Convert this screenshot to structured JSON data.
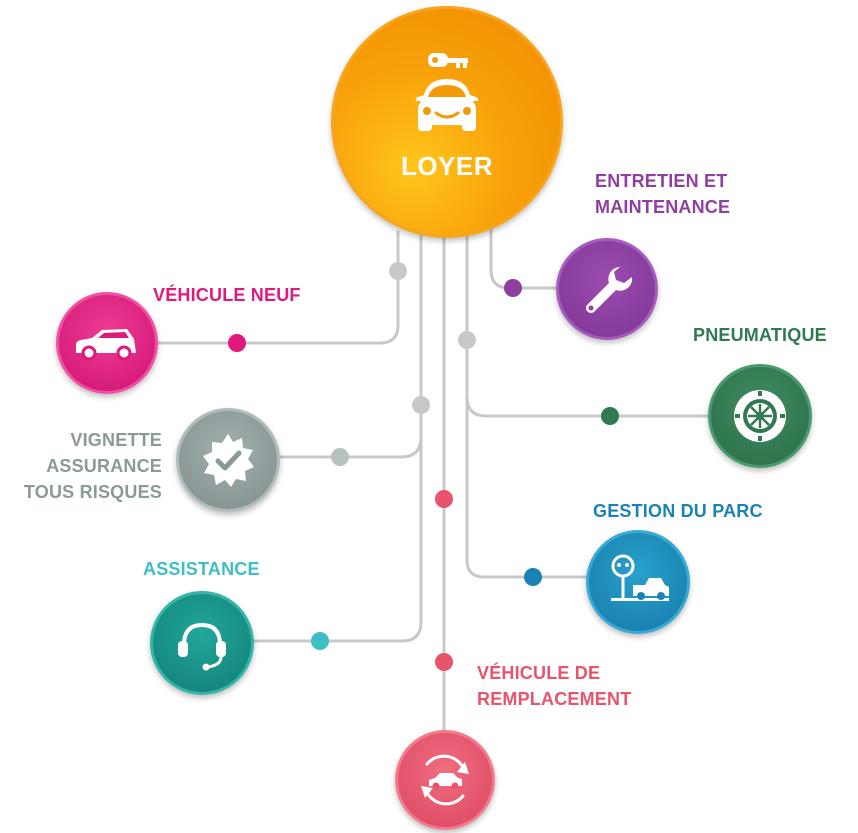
{
  "center": {
    "label": "LOYER",
    "icon": "car-key-icon"
  },
  "nodes": {
    "entretien": {
      "lines": [
        "ENTRETIEN ET",
        "MAINTENANCE"
      ],
      "color": "#8e3fa0",
      "icon": "wrench-icon"
    },
    "pneumatique": {
      "lines": [
        "PNEUMATIQUE"
      ],
      "color": "#2f7a52",
      "icon": "tire-icon"
    },
    "gestion": {
      "lines": [
        "GESTION DU PARC"
      ],
      "color": "#1a82b4",
      "icon": "parking-car-icon"
    },
    "remplacement": {
      "lines": [
        "VÉHICULE DE",
        "REMPLACEMENT"
      ],
      "color": "#e8546b",
      "icon": "car-swap-icon"
    },
    "neuf": {
      "lines": [
        "VÉHICULE NEUF"
      ],
      "color": "#e0197d",
      "icon": "car-icon"
    },
    "vignette": {
      "lines": [
        "VIGNETTE",
        "ASSURANCE",
        "TOUS RISQUES"
      ],
      "color": "#8a9a98",
      "icon": "badge-check-icon"
    },
    "assistance": {
      "lines": [
        "ASSISTANCE"
      ],
      "color": "#3bbfc4",
      "icon": "headset-icon"
    }
  },
  "colors": {
    "center": "#f39200",
    "connector": "#c8c8c8"
  }
}
